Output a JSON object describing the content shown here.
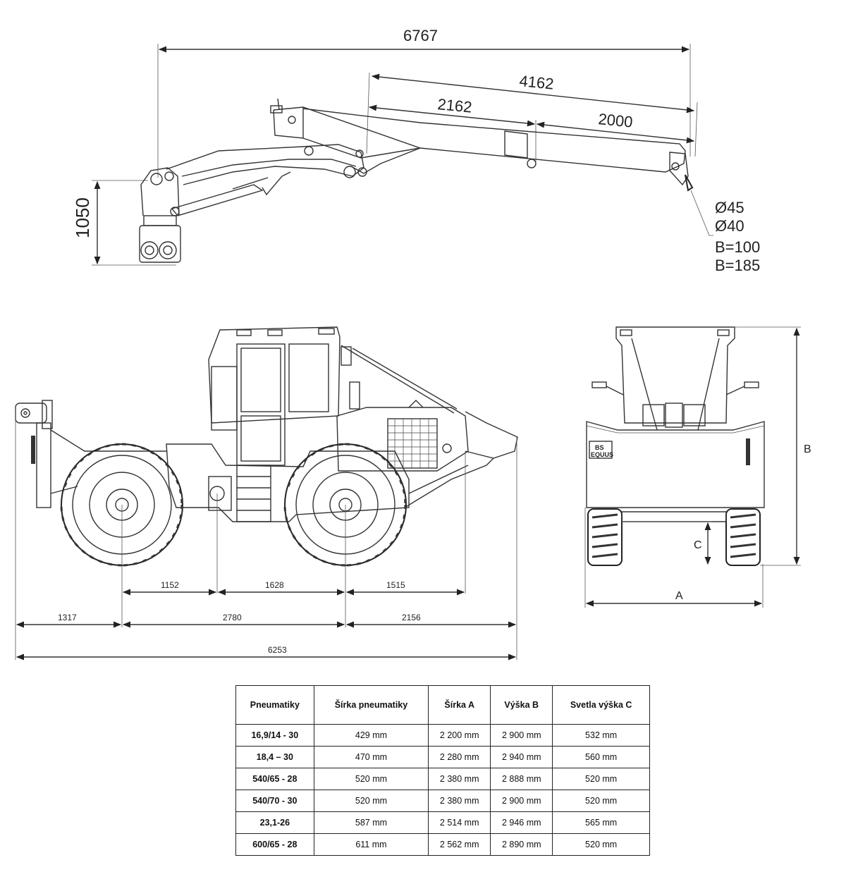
{
  "crane": {
    "dim_total": "6767",
    "dim_extension": "4162",
    "dim_inner": "2162",
    "dim_outer": "2000",
    "dim_height": "1050",
    "notes": [
      "Ø45",
      "Ø40",
      "B=100",
      "B=185"
    ]
  },
  "side_view": {
    "dims_wheel_row": [
      "1152",
      "1628",
      "1515"
    ],
    "dims_axle_row": [
      "1317",
      "2780",
      "2156"
    ],
    "dim_total_length": "6253"
  },
  "front_view": {
    "plate_line1": "BS",
    "plate_line2": "EQUUS",
    "label_a": "A",
    "label_b": "B",
    "label_c": "C"
  },
  "table": {
    "headers": [
      "Pneumatiky",
      "Šírka pneumatiky",
      "Šírka A",
      "Výška B",
      "Svetla výška C"
    ],
    "rows": [
      [
        "16,9/14 - 30",
        "429 mm",
        "2 200 mm",
        "2 900 mm",
        "532 mm"
      ],
      [
        "18,4 – 30",
        "470 mm",
        "2 280 mm",
        "2 940 mm",
        "560 mm"
      ],
      [
        "540/65 - 28",
        "520 mm",
        "2 380 mm",
        "2 888 mm",
        "520 mm"
      ],
      [
        "540/70 - 30",
        "520 mm",
        "2 380 mm",
        "2 900 mm",
        "520 mm"
      ],
      [
        "23,1-26",
        "587 mm",
        "2 514 mm",
        "2 946 mm",
        "565 mm"
      ],
      [
        "600/65 - 28",
        "611 mm",
        "2 562 mm",
        "2 890 mm",
        "520 mm"
      ]
    ]
  }
}
